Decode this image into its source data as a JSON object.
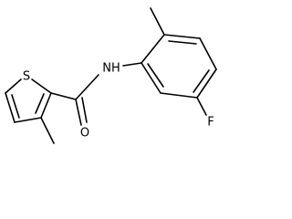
{
  "atoms": {
    "sulfur": "S",
    "amide_nh": "NH",
    "carbonyl_oxygen": "O",
    "fluorine": "F"
  },
  "colors": {
    "bond": "#000000",
    "label": "#000000",
    "background": "#ffffff"
  }
}
